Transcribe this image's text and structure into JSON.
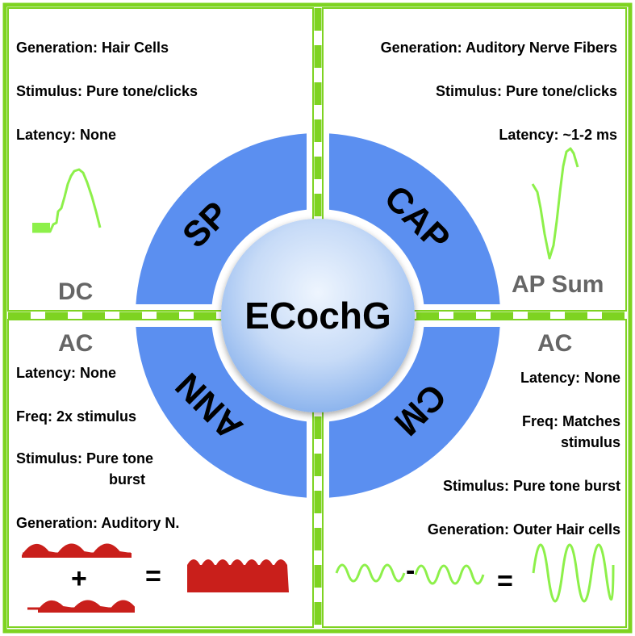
{
  "center_label": "ECochG",
  "segments": {
    "top_left": "SP",
    "top_right": "CAP",
    "bottom_left": "ANN",
    "bottom_right": "CM"
  },
  "quadrant_labels": {
    "top_left": "DC",
    "top_right": "AP Sum",
    "bottom_left": "AC",
    "bottom_right": "AC"
  },
  "top_left": {
    "generation": "Generation: Hair Cells",
    "stimulus": "Stimulus: Pure tone/clicks",
    "latency": "Latency: None"
  },
  "top_right": {
    "generation": "Generation: Auditory Nerve Fibers",
    "stimulus": "Stimulus: Pure tone/clicks",
    "latency": "Latency: ~1-2 ms"
  },
  "bottom_left": {
    "latency": "Latency: None",
    "freq": "Freq: 2x stimulus",
    "stimulus_line1": "Stimulus: Pure tone",
    "stimulus_line2": "burst",
    "generation": "Generation: Auditory N."
  },
  "bottom_right": {
    "latency": "Latency: None",
    "freq_line1": "Freq: Matches",
    "freq_line2": "stimulus",
    "stimulus": "Stimulus: Pure tone burst",
    "generation": "Generation: Outer Hair cells"
  },
  "operators": {
    "plus": "+",
    "equals": "=",
    "minus": "-"
  },
  "colors": {
    "frame_green": "#7ed321",
    "wave_green": "#8df04a",
    "ring_blue": "#5b8ff0",
    "center_light": "#e6f0fd",
    "center_dark": "#8db6ee",
    "red_wave": "#c91f1b"
  }
}
